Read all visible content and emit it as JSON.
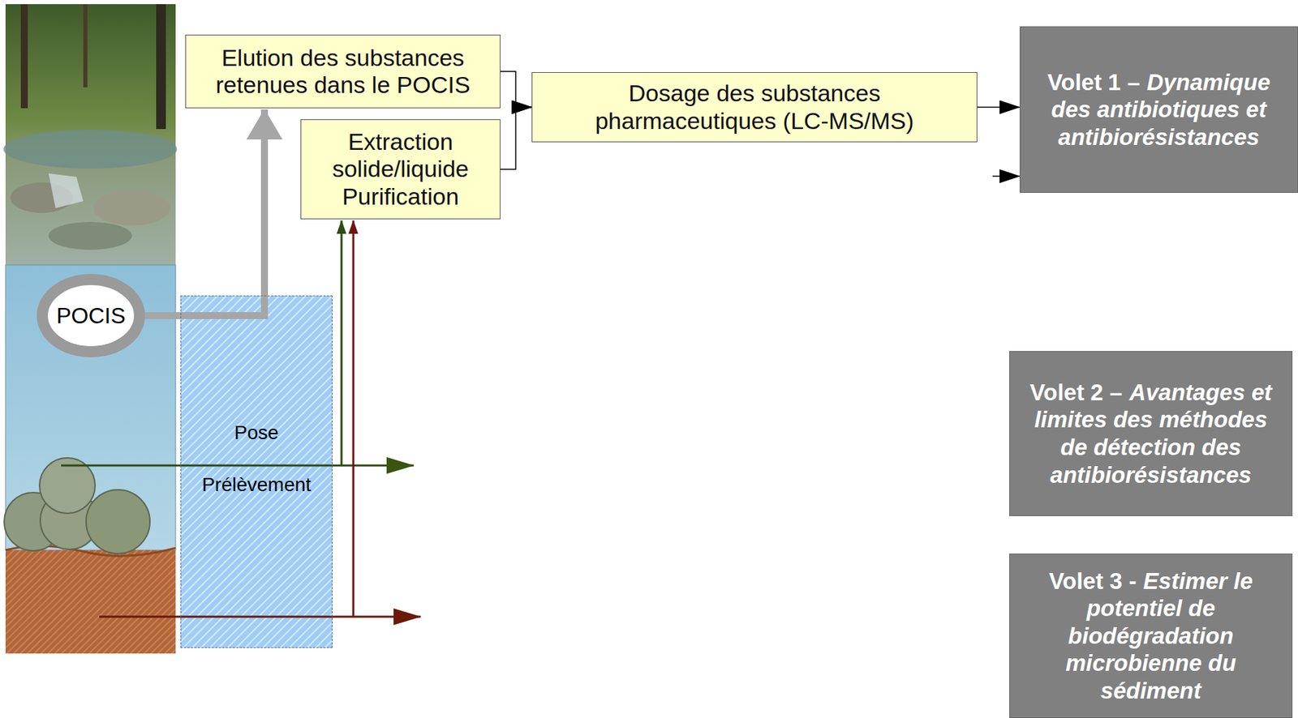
{
  "diagram": {
    "nodes": [
      {
        "text": [
          "Elution des substances retenues dans le POCIS"
        ]
      },
      {
        "text": [
          "Extraction solide/liquide Purification"
        ]
      },
      {
        "text": [
          "Dosage des substances pharmaceutiques (LC-MS/MS)"
        ]
      },
      {
        "text": [
          "Volet 1 –",
          "Dynamique des antibiotiques et antibiorésistances"
        ]
      },
      {
        "text": [
          "POCIS"
        ]
      },
      {
        "text": [
          "Pose",
          "Prélèvement"
        ]
      },
      {
        "text": [
          "Volet 2 –",
          "Avantages et limites des méthodes de détection des antibiorésistances"
        ]
      },
      {
        "text": [
          "Volet 3 -",
          "Estimer le potentiel de biodégradation microbienne du sédiment"
        ]
      }
    ],
    "edges": [
      {
        "from": 4,
        "to": 0,
        "arrow": "to"
      },
      {
        "from": 0,
        "to": 2,
        "arrow": "to"
      },
      {
        "from": 1,
        "to": 2,
        "arrow": "to"
      },
      {
        "from": 2,
        "to": 3,
        "arrow": "to"
      }
    ]
  }
}
